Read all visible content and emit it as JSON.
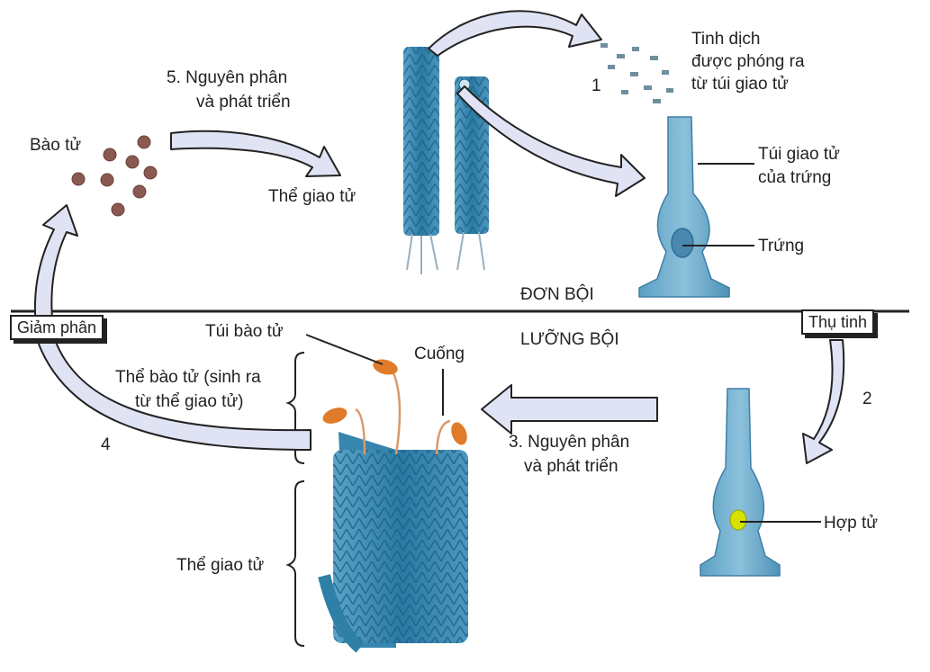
{
  "labels": {
    "sperm_release": [
      "Tinh dịch",
      "được phóng ra",
      "từ túi giao tử"
    ],
    "egg_sac": [
      "Túi giao tử",
      "của trứng"
    ],
    "egg": "Trứng",
    "haploid": "ĐƠN BỘI",
    "diploid": "LƯỠNG BỘI",
    "fertilization": "Thụ tinh",
    "meiosis": "Giảm phân",
    "zygote": "Hợp tử",
    "spores": "Bào tử",
    "gametophyte_top": "Thể giao tử",
    "gametophyte_bottom": "Thể giao tử",
    "spore_capsule": "Túi bào tử",
    "stalk": "Cuống",
    "sporophyte": [
      "Thể bào tử (sinh ra",
      "từ thể giao tử)"
    ],
    "step1": "1",
    "step2": "2",
    "step3": [
      "3. Nguyên phân",
      "và phát triển"
    ],
    "step4": "4",
    "step5": [
      "5. Nguyên phân",
      "và phát triển"
    ]
  },
  "colors": {
    "arrow_fill": "#e0e3f4",
    "arrow_stroke": "#222222",
    "moss": "#2f7fa6",
    "moss_light": "#79b6d3",
    "capsule": "#e07b2a",
    "spore": "#8a5a50",
    "zygote": "#d8e000"
  }
}
